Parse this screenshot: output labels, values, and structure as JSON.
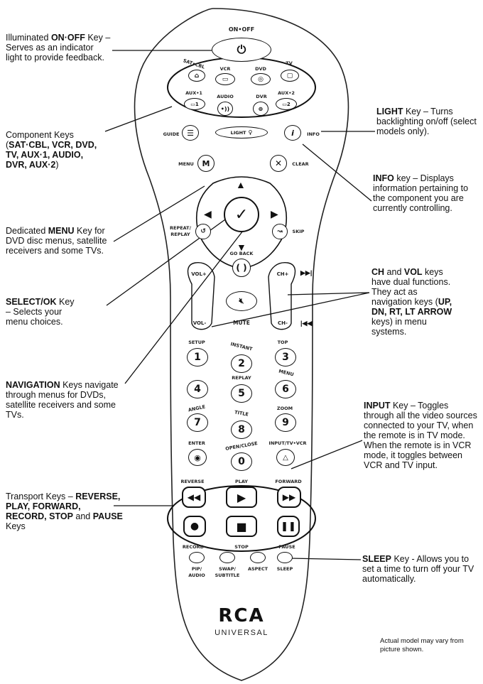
{
  "annotations": {
    "onoff": {
      "bold": "ON·OFF",
      "pre": "Illuminated ",
      "post": " Key – Serves as an indicator light to provide feedback."
    },
    "component": {
      "pre": "Component Keys (",
      "bold": "SAT·CBL, VCR, DVD, TV, AUX·1, AUDIO, DVR, AUX·2",
      "post": ")"
    },
    "menu": {
      "pre": "Dedicated ",
      "bold": "MENU",
      "post": " Key for DVD disc menus, satellite receivers and some TVs."
    },
    "select": {
      "bold": "SELECT/OK",
      "post": " Key – Selects your menu choices."
    },
    "navigation": {
      "bold": "NAVIGATION",
      "post": " Keys navigate through menus for DVDs, satellite receivers and some TVs."
    },
    "transport": {
      "pre": "Transport Keys – ",
      "bold": "REVERSE, PLAY, FORWARD, RECORD, STOP",
      "mid": " and ",
      "bold2": "PAUSE",
      "post": " Keys"
    },
    "light": {
      "bold": "LIGHT",
      "post": " Key – Turns backlighting on/off (select models only)."
    },
    "info": {
      "bold": "INFO",
      "post": " key – Displays information pertaining to the component you are currently controlling."
    },
    "chvol": {
      "bold": "CH",
      "mid": " and ",
      "bold2": "VOL",
      "post1": " keys have dual functions. They act as navigation keys (",
      "bold3": "UP, DN, RT, LT ARROW",
      "post": " keys) in menu systems."
    },
    "input": {
      "bold": "INPUT",
      "post": " Key – Toggles through all the video sources connected to your TV, when the remote is in TV mode. When the remote is in VCR mode, it toggles between VCR and TV input."
    },
    "sleep": {
      "bold": "SLEEP",
      "post": " Key - Allows you to set a time to turn off your TV automatically."
    },
    "note": "Actual model may vary from picture shown."
  },
  "remote": {
    "on_off": "ON•OFF",
    "sat_cbl": "SAT•CBL",
    "vcr": "VCR",
    "dvd": "DVD",
    "tv": "TV",
    "aux1": "AUX•1",
    "audio": "AUDIO",
    "dvr": "DVR",
    "aux2": "AUX•2",
    "guide": "GUIDE",
    "light": "LIGHT",
    "info": "INFO",
    "menu": "MENU",
    "menu_key": "M",
    "clear": "CLEAR",
    "repeat": "REPEAT/",
    "replay_line": "REPLAY",
    "skip": "SKIP",
    "go_back": "GO BACK",
    "vol_plus": "VOL+",
    "vol_minus": "VOL-",
    "ch_plus": "CH+",
    "ch_minus": "CH-",
    "mute": "MUTE",
    "setup": "SETUP",
    "instant": "INSTANT",
    "top": "TOP",
    "replay": "REPLAY",
    "menu_lbl": "MENU",
    "angle": "ANGLE",
    "title": "TITLE",
    "zoom": "ZOOM",
    "enter": "ENTER",
    "open_close": "OPEN/CLOSE",
    "input": "INPUT/TV•VCR",
    "digits": [
      "1",
      "2",
      "3",
      "4",
      "5",
      "6",
      "7",
      "8",
      "9",
      "0"
    ],
    "reverse": "REVERSE",
    "play": "PLAY",
    "forward": "FORWARD",
    "record": "RECORD",
    "stop": "STOP",
    "pause": "PAUSE",
    "pip": "PIP/",
    "pip2": "AUDIO",
    "swap": "SWAP/",
    "swap2": "SUBTITLE",
    "aspect": "ASPECT",
    "sleep": "SLEEP",
    "brand": "RCA",
    "universal": "UNIVERSAL"
  }
}
